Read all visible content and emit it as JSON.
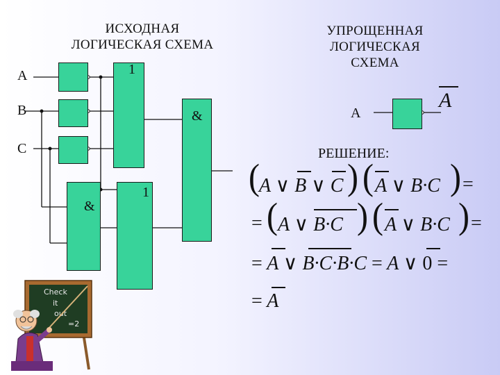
{
  "left_title": [
    "ИСХОДНАЯ",
    "ЛОГИЧЕСКАЯ СХЕМА"
  ],
  "right_title": [
    "УПРОЩЕННАЯ",
    "ЛОГИЧЕСКАЯ",
    "СХЕМА"
  ],
  "inputs": {
    "a": "A",
    "b": "B",
    "c": "C"
  },
  "gates": {
    "or_big_symbol": "1",
    "and_big_symbol": "&",
    "and_small_symbol": "&",
    "or_small_symbol": "1"
  },
  "simplified": {
    "input": "A",
    "output_var": "A"
  },
  "solution_label": "РЕШЕНИЕ:",
  "math": {
    "A": "A",
    "B": "B",
    "C": "C",
    "or": "∨",
    "dot": "·",
    "eq": "=",
    "zero": "0"
  },
  "cartoon": {
    "board_text": [
      "Check",
      "it",
      "out",
      "=2"
    ]
  },
  "colors": {
    "gate_fill": "#38d39a",
    "background_right": "#c9cbf5"
  }
}
